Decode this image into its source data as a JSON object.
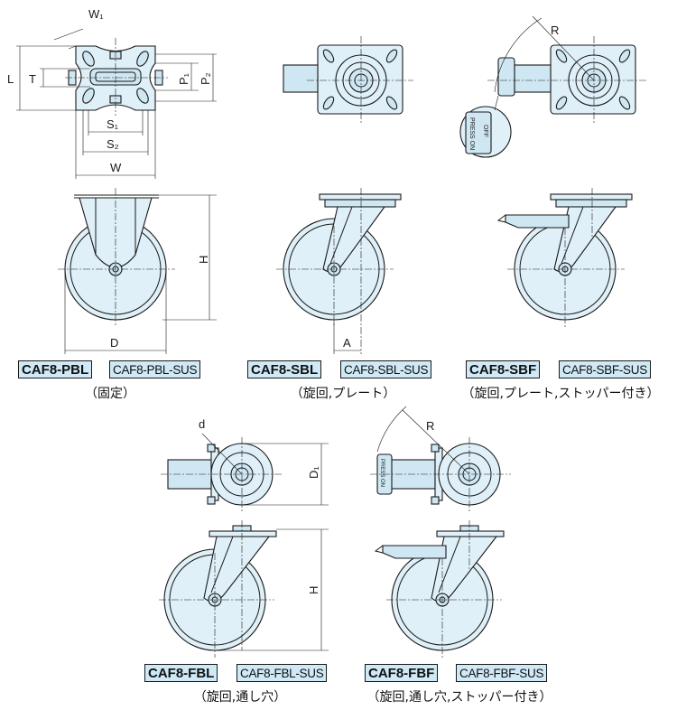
{
  "dimensions": {
    "W1": "W₁",
    "L": "L",
    "T": "T",
    "P1": "P₁",
    "P2": "P₂",
    "S1": "S₁",
    "S2": "S₂",
    "W": "W",
    "H": "H",
    "D": "D",
    "A": "A",
    "R": "R",
    "d": "d",
    "D1": "D₁"
  },
  "stopper_label": {
    "press": "PRESS ON",
    "off": "OFF"
  },
  "variants": [
    {
      "model": "CAF8-PBL",
      "sus_model": "CAF8-PBL-SUS",
      "caption": "（固定）"
    },
    {
      "model": "CAF8-SBL",
      "sus_model": "CAF8-SBL-SUS",
      "caption": "（旋回,プレート）"
    },
    {
      "model": "CAF8-SBF",
      "sus_model": "CAF8-SBF-SUS",
      "caption": "（旋回,プレート,ストッパー付き）"
    },
    {
      "model": "CAF8-FBL",
      "sus_model": "CAF8-FBL-SUS",
      "caption": "（旋回,通し穴）"
    },
    {
      "model": "CAF8-FBF",
      "sus_model": "CAF8-FBF-SUS",
      "caption": "（旋回,通し穴,ストッパー付き）"
    }
  ]
}
